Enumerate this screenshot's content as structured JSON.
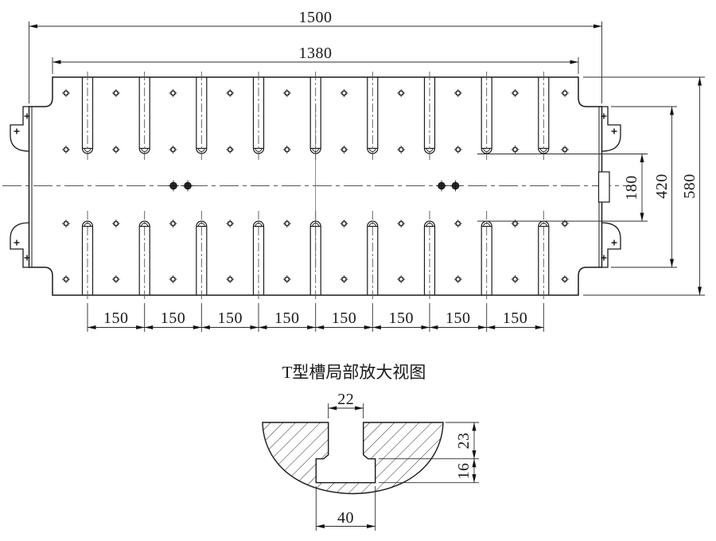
{
  "drawing": {
    "colors": {
      "background": "#ffffff",
      "outline": "#1a1a1a",
      "dimension": "#2b2b2b",
      "centerline": "#555555"
    },
    "main_view": {
      "dim_overall_length": "1500",
      "dim_inner_length": "1380",
      "dim_slot_gap": "180",
      "dim_flange_span": "420",
      "dim_overall_width": "580",
      "dim_slot_pitch": [
        "150",
        "150",
        "150",
        "150",
        "150",
        "150",
        "150",
        "150"
      ]
    },
    "detail_view": {
      "title": "T型槽局部放大视图",
      "dim_opening_width": "22",
      "dim_neck_depth": "23",
      "dim_undercut_depth": "16",
      "dim_bottom_width": "40"
    }
  }
}
